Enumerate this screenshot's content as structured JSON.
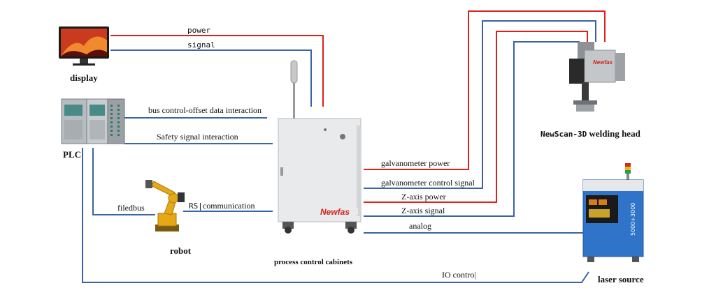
{
  "nodes": {
    "display": "display",
    "plc": "PLC",
    "robot": "robot",
    "cabinet": "process control cabinets",
    "welding_head_prefix": "NewScan-3D",
    "welding_head_suffix": " welding head",
    "laser_source": "laser source"
  },
  "connections": {
    "power": "power",
    "signal": "signal",
    "bus": "bus control-offset data interaction",
    "safety": "Safety signal interaction",
    "filedbus": "filedbus",
    "rs": "RS",
    "rs_suffix": "communication",
    "galvo_power": "galvanometer power",
    "galvo_signal": "galvanometer control signal",
    "z_power": "Z-axis power",
    "z_signal": "Z-axis signal",
    "analog": "analog",
    "io": "IO contro"
  },
  "brand": {
    "cabinet_logo": "Newfas",
    "head_logo": "Newfas",
    "laser_model": "5000+3000"
  },
  "colors": {
    "power_line": "#e0201c",
    "signal_line": "#3b63a8"
  }
}
